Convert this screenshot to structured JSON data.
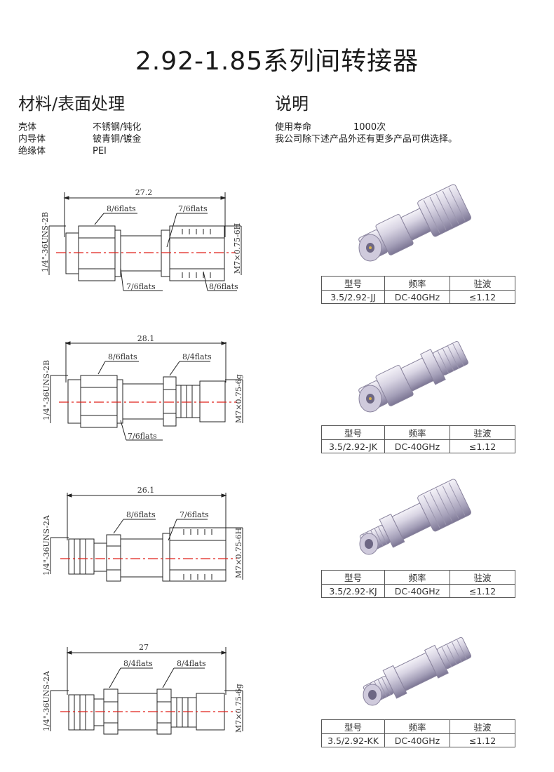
{
  "title": "2.92-1.85系列间转接器",
  "materials": {
    "heading": "材料/表面处理",
    "rows": [
      {
        "part": "壳体",
        "finish": "不锈钢/钝化"
      },
      {
        "part": "内导体",
        "finish": "铍青铜/镀金"
      },
      {
        "part": "绝缘体",
        "finish": "PEI"
      }
    ]
  },
  "notes": {
    "heading": "说明",
    "life_label": "使用寿命",
    "life_value": "1000次",
    "more": "我公司除下述产品外还有更多产品可供选择。"
  },
  "table_headers": {
    "model": "型号",
    "freq": "频率",
    "vswr": "驻波"
  },
  "products": [
    {
      "model": "3.5/2.92-JJ",
      "freq": "DC-40GHz",
      "vswr": "≤1.12",
      "drawing": {
        "length": "27.2",
        "flat_tl": "8/6flats",
        "flat_tr": "7/6flats",
        "flat_bl": "7/6flats",
        "flat_br": "8/6flats",
        "thread_left": "1/4\"-36UNS-2B",
        "thread_right": "M7×0.75-6H"
      }
    },
    {
      "model": "3.5/2.92-JK",
      "freq": "DC-40GHz",
      "vswr": "≤1.12",
      "drawing": {
        "length": "28.1",
        "flat_tl": "8/6flats",
        "flat_tr": "8/4flats",
        "flat_bl": "7/6flats",
        "thread_left": "1/4\"-36UNS-2B",
        "thread_right": "M7×0.75-6g"
      }
    },
    {
      "model": "3.5/2.92-KJ",
      "freq": "DC-40GHz",
      "vswr": "≤1.12",
      "drawing": {
        "length": "26.1",
        "flat_tl": "8/6flats",
        "flat_tr": "7/6flats",
        "thread_left": "1/4\"-36UNS-2A",
        "thread_right": "M7×0.75-6H"
      }
    },
    {
      "model": "3.5/2.92-KK",
      "freq": "DC-40GHz",
      "vswr": "≤1.12",
      "drawing": {
        "length": "27",
        "flat_tl": "8/4flats",
        "flat_tr": "8/4flats",
        "thread_left": "1/4\"-36UNS-2A",
        "thread_right": "M7×0.75-6g"
      }
    }
  ],
  "colors": {
    "metal_light": "#e6e3ee",
    "metal_mid": "#b7b2c8",
    "metal_dark": "#807a96",
    "centerline": "#e0201b"
  }
}
